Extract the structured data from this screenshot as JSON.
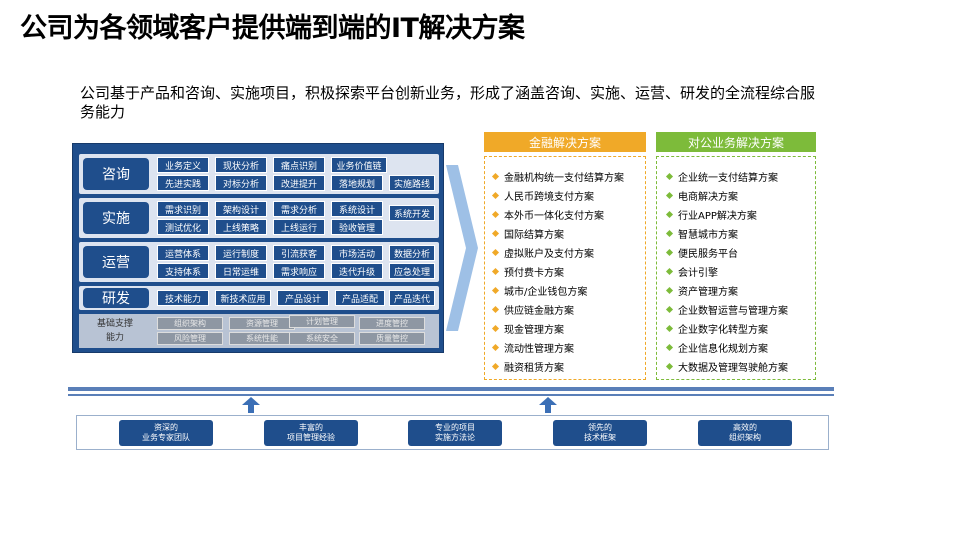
{
  "title": "公司为各领域客户提供端到端的IT解决方案",
  "intro": "公司基于产品和咨询、实施项目，积极探索平台创新业务，形成了涵盖咨询、实施、运营、研发的全流程综合服务能力",
  "panel": {
    "rows": [
      {
        "label": "咨询",
        "chips": [
          "业务定义",
          "现状分析",
          "痛点识别",
          "业务价值链",
          "先进实践",
          "对标分析",
          "改进提升",
          "落地规划",
          "实施路线"
        ]
      },
      {
        "label": "实施",
        "chips": [
          "需求识别",
          "架构设计",
          "需求分析",
          "系统设计",
          "系统开发",
          "测试优化",
          "上线策略",
          "上线运行",
          "验收管理"
        ]
      },
      {
        "label": "运营",
        "chips": [
          "运营体系",
          "运行制度",
          "引流获客",
          "市场活动",
          "数据分析",
          "支持体系",
          "日常运维",
          "需求响应",
          "迭代升级",
          "应急处理"
        ]
      },
      {
        "label": "研发",
        "chips": [
          "技术能力",
          "新技术应用",
          "产品设计",
          "产品适配",
          "产品迭代"
        ]
      }
    ],
    "foundation": {
      "label_line1": "基础支撑",
      "label_line2": "能力",
      "chips": [
        "组织架构",
        "资源管理",
        "计划管理",
        "进度管控",
        "风险管理",
        "系统性能",
        "系统安全",
        "质量管控"
      ]
    }
  },
  "finance": {
    "header": "金融解决方案",
    "items": [
      "金融机构统一支付结算方案",
      "人民币跨境支付方案",
      "本外币一体化支付方案",
      "国际结算方案",
      "虚拟账户及支付方案",
      "预付费卡方案",
      "城市/企业钱包方案",
      "供应链金融方案",
      "现金管理方案",
      "流动性管理方案",
      "融资租赁方案"
    ]
  },
  "corporate": {
    "header": "对公业务解决方案",
    "items": [
      "企业统一支付结算方案",
      "电商解决方案",
      "行业APP解决方案",
      "智慧城市方案",
      "便民服务平台",
      "会计引擎",
      "资产管理方案",
      "企业数智运营与管理方案",
      "企业数字化转型方案",
      "企业信息化规划方案",
      "大数据及管理驾驶舱方案"
    ]
  },
  "pillars": [
    {
      "line1": "资深的",
      "line2": "业务专家团队"
    },
    {
      "line1": "丰富的",
      "line2": "项目管理经验"
    },
    {
      "line1": "专业的项目",
      "line2": "实施方法论"
    },
    {
      "line1": "领先的",
      "line2": "技术框架"
    },
    {
      "line1": "高效的",
      "line2": "组织架构"
    }
  ],
  "colors": {
    "navy": "#1f4e8c",
    "finance_orange": "#f0a928",
    "corporate_green": "#7dbb3a",
    "band_blue": "#5a7fb8"
  }
}
